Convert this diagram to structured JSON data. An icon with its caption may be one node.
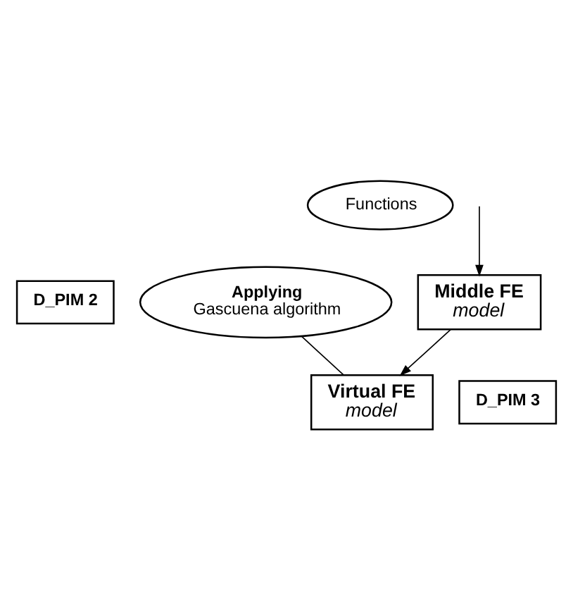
{
  "diagram": {
    "nodes": [
      {
        "text": [
          "Functions"
        ]
      },
      {
        "text": [
          "D_PIM 2"
        ]
      },
      {
        "text": [
          "Middle FE",
          "model"
        ]
      },
      {
        "text": [
          "Applying",
          "Gascuena algorithm"
        ]
      },
      {
        "text": [
          "D_PIM 3"
        ]
      },
      {
        "text": [
          "Virtual FE",
          "model"
        ]
      }
    ],
    "edges": [
      {
        "from": null,
        "to": 2,
        "arrow": "to"
      },
      {
        "from": 2,
        "to": 5,
        "arrow": "to"
      },
      {
        "from": 3,
        "to": 5,
        "arrow": "none"
      }
    ]
  }
}
